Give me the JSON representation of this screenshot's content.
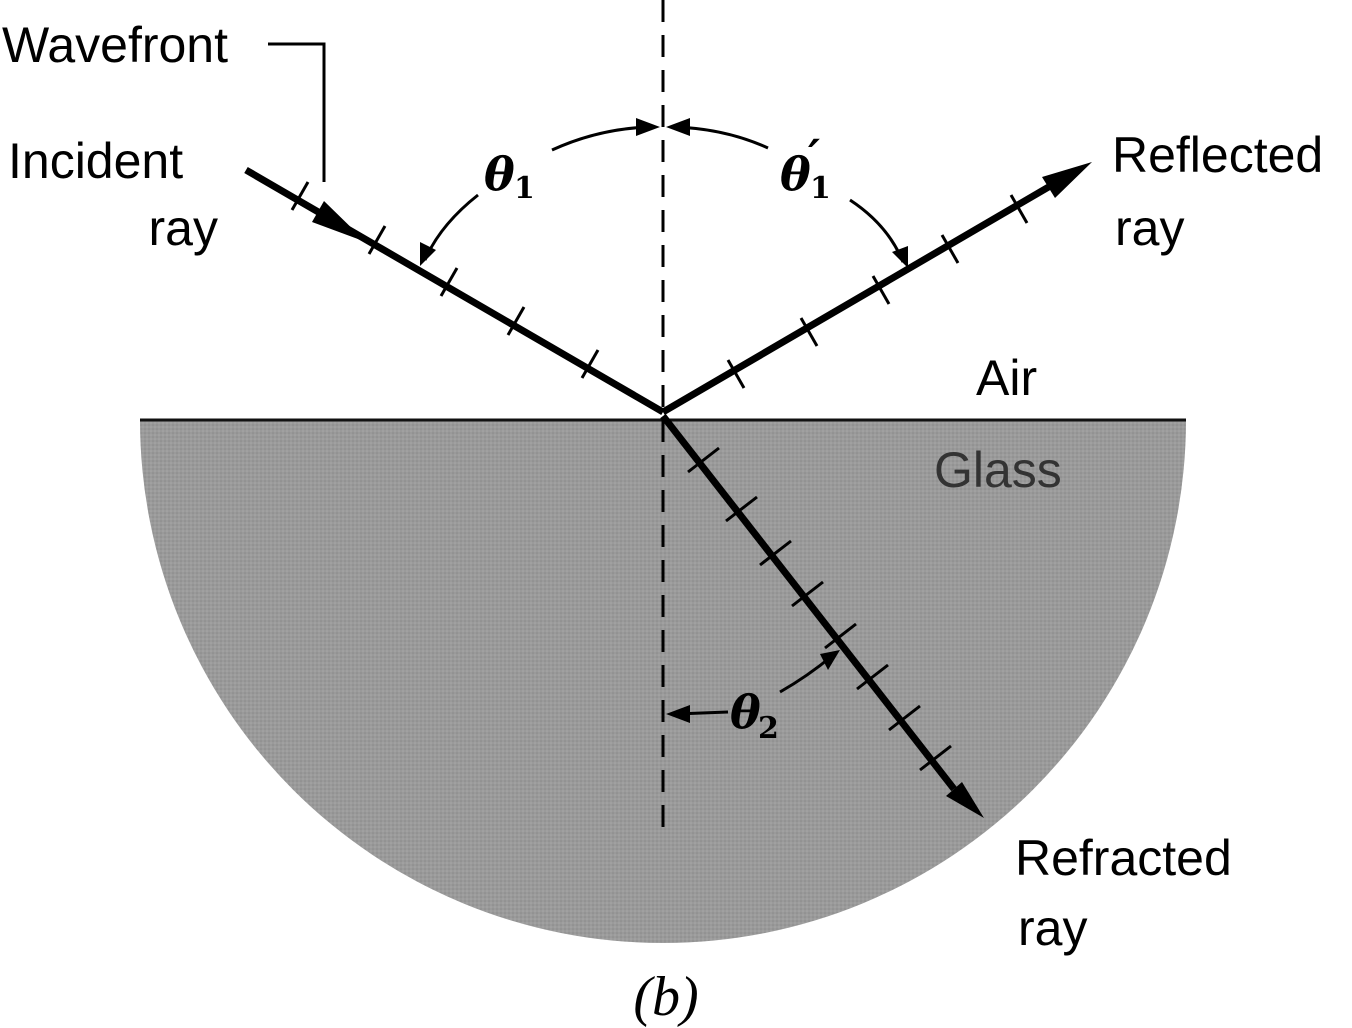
{
  "labels": {
    "wavefront": "Wavefront",
    "incident_line1": "Incident",
    "incident_line2": "ray",
    "reflected_line1": "Reflected",
    "reflected_line2": "ray",
    "refracted_line1": "Refracted",
    "refracted_line2": "ray",
    "air": "Air",
    "glass": "Glass",
    "caption": "(b)"
  },
  "angles": {
    "theta1": {
      "symbol": "θ",
      "subscript": "1",
      "prime": ""
    },
    "theta1_prime": {
      "symbol": "θ",
      "subscript": "1",
      "prime": "′"
    },
    "theta2": {
      "symbol": "θ",
      "subscript": "2",
      "prime": ""
    }
  },
  "colors": {
    "glass_fill": "#9a9a9a",
    "ray": "#000000",
    "background": "#ffffff"
  }
}
